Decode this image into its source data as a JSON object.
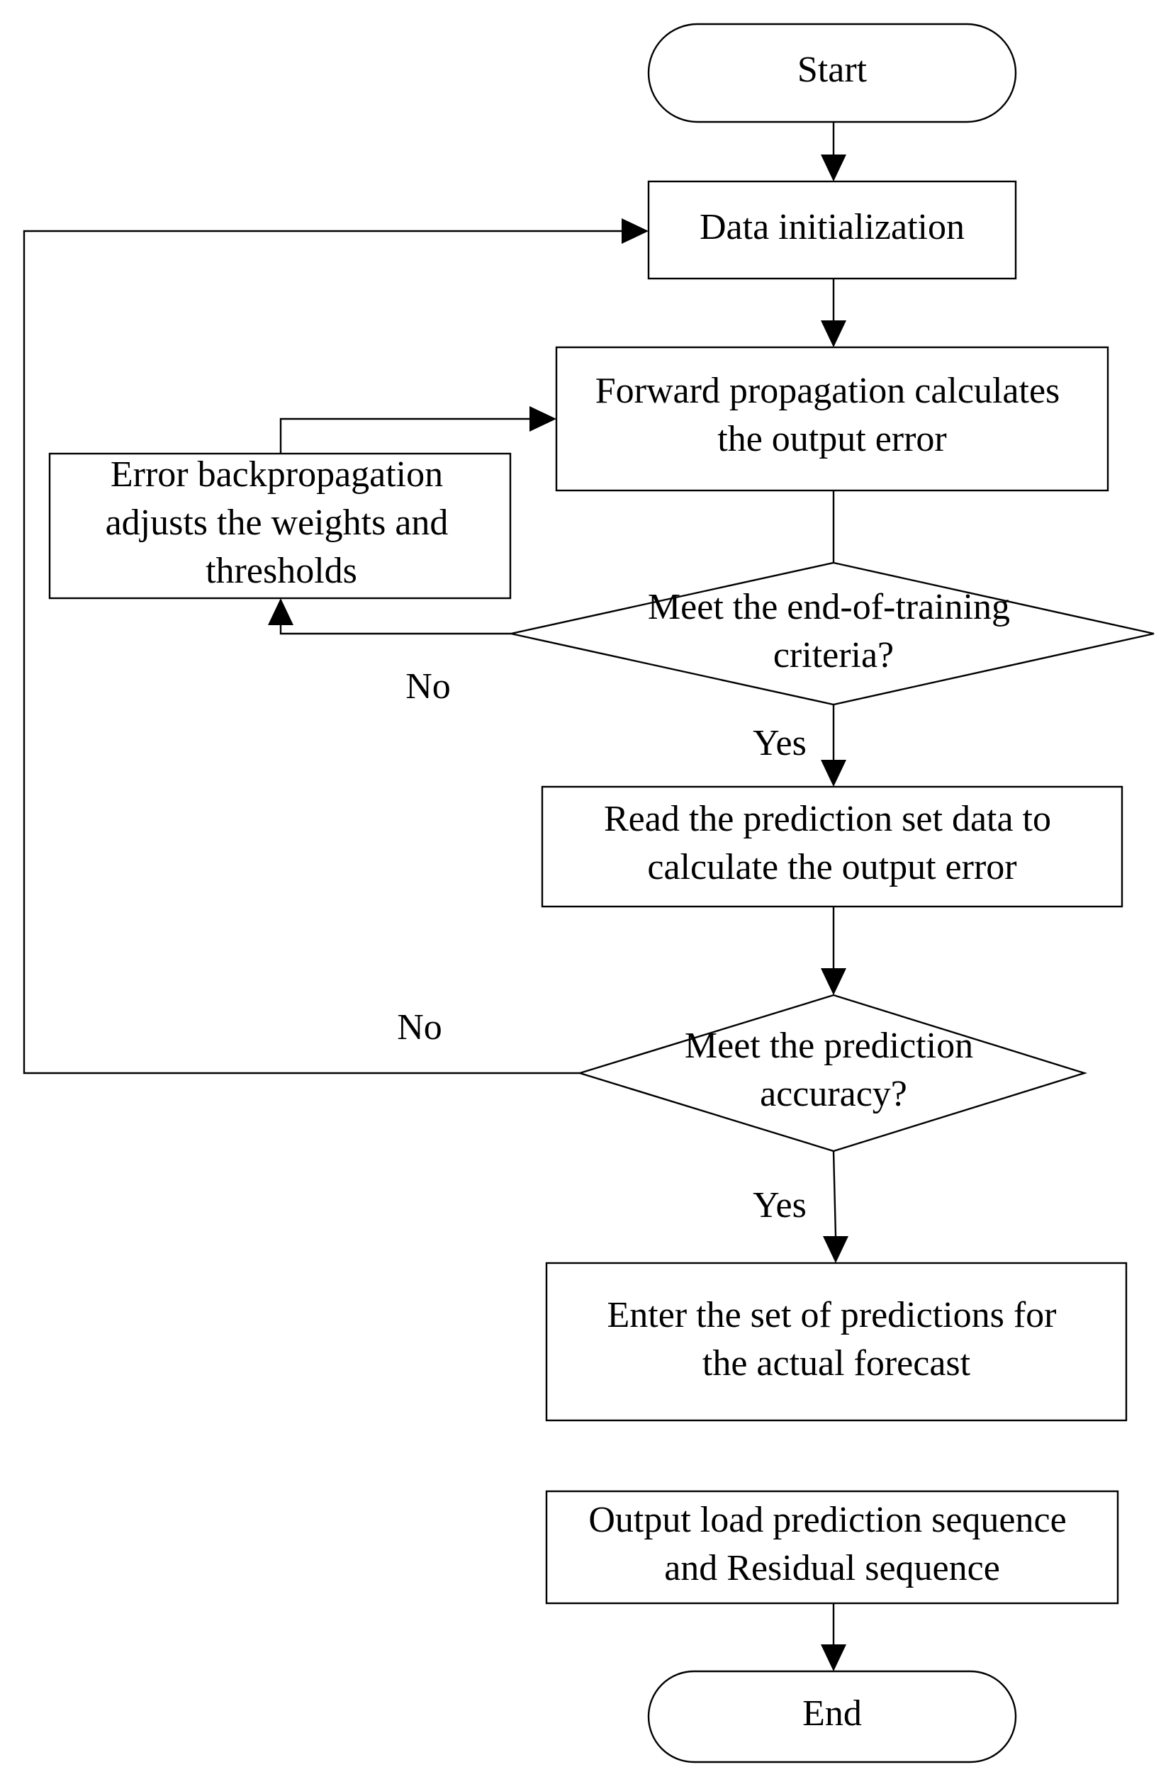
{
  "nodes": {
    "start": {
      "lines": [
        "Start"
      ]
    },
    "data_init": {
      "lines": [
        "Data initialization"
      ]
    },
    "forward": {
      "lines": [
        "Forward propagation calculates",
        "the output error"
      ]
    },
    "backprop": {
      "lines": [
        "Error backpropagation",
        "adjusts the weights and",
        "thresholds"
      ]
    },
    "meet_training": {
      "lines": [
        "Meet the end-of-training",
        "criteria?"
      ]
    },
    "read_prediction": {
      "lines": [
        "Read the prediction set data to",
        "calculate the output error"
      ]
    },
    "meet_accuracy": {
      "lines": [
        "Meet the prediction",
        "accuracy?"
      ]
    },
    "enter_set": {
      "lines": [
        "Enter the set of predictions for",
        "the actual forecast"
      ]
    },
    "output_seq": {
      "lines": [
        "Output load prediction sequence",
        "and Residual sequence"
      ]
    },
    "end": {
      "lines": [
        "End"
      ]
    }
  },
  "edge_labels": {
    "training_no": "No",
    "training_yes": "Yes",
    "accuracy_no": "No",
    "accuracy_yes": "Yes"
  }
}
